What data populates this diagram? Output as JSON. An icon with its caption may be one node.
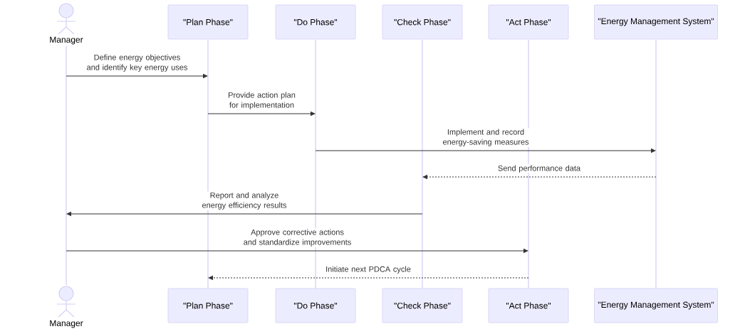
{
  "diagram": {
    "nodes": [
      {
        "text": [
          "Manager"
        ]
      },
      {
        "text": [
          "\"Plan Phase\""
        ]
      },
      {
        "text": [
          "\"Do Phase\""
        ]
      },
      {
        "text": [
          "\"Check Phase\""
        ]
      },
      {
        "text": [
          "\"Act Phase\""
        ]
      },
      {
        "text": [
          "\"Energy Management System\""
        ]
      },
      {
        "text": [
          "Manager"
        ]
      },
      {
        "text": [
          "\"Plan Phase\""
        ]
      },
      {
        "text": [
          "\"Do Phase\""
        ]
      },
      {
        "text": [
          "\"Check Phase\""
        ]
      },
      {
        "text": [
          "\"Act Phase\""
        ]
      },
      {
        "text": [
          "\"Energy Management System\""
        ]
      },
      {
        "text": [],
        "shape": "bar"
      },
      {
        "text": [],
        "shape": "bar"
      },
      {
        "text": [],
        "shape": "bar"
      },
      {
        "text": [],
        "shape": "bar"
      },
      {
        "text": [],
        "shape": "bar"
      },
      {
        "text": [],
        "shape": "bar"
      }
    ],
    "edges": [
      {
        "from": 12,
        "to": 13,
        "arrow": "to",
        "label": "Define energy objectives and identify key energy uses"
      },
      {
        "from": 13,
        "to": 14,
        "arrow": "to",
        "label": "Provide action plan for implementation"
      },
      {
        "from": 14,
        "to": 17,
        "arrow": "to",
        "label": "Implement and record energy-saving measures"
      },
      {
        "from": 17,
        "to": 15,
        "arrow": "to",
        "label": "Send performance data",
        "style": "dashed"
      },
      {
        "from": 15,
        "to": 12,
        "arrow": "to",
        "label": "Report and analyze energy efficiency results"
      },
      {
        "from": 12,
        "to": 16,
        "arrow": "to",
        "label": "Approve corrective actions and standardize improvements"
      },
      {
        "from": 16,
        "to": 13,
        "arrow": "to",
        "label": "Initiate next PDCA cycle",
        "style": "dashed"
      }
    ]
  }
}
